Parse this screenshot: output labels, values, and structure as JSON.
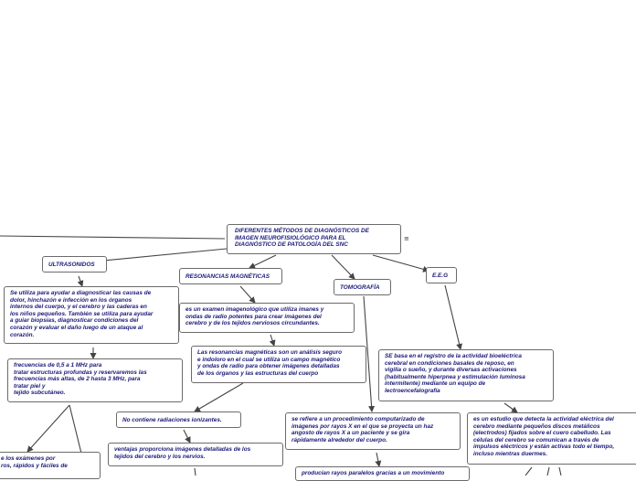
{
  "nodes": {
    "root": "DIFERENTES MÉTODOS DE DIAGNÓSTICOS DE\nIMAGEN NEUROFISIOLÓGICO PARA EL\nDIAGNÓSTICO DE PATOLOGÍA DEL SNC",
    "ultrasonidos": "ULTRASONIDOS",
    "resonancias": "RESONANCIAS MAGNÉTICAS",
    "tomografia": "TOMOGRAFÍA",
    "eeg": "E.E.G",
    "us_desc": "Se utiliza para ayudar a diagnosticar las causas de\ndolor, hinchazón e infección en los órganos\ninternos del cuerpo, y el cerebro y las caderas en\nlos niños pequeños. También se utiliza para ayudar\na guiar biopsias, diagnosticar condiciones del\ncorazón y evaluar el daño luego de un ataque al\ncorazón.",
    "us_freq": "frecuencias de 0,5 a 1 MHz para\ntratar estructuras profundas y reservaremos las\nfrecuencias más altas, de 2 hasta 3 MHz, para\ntratar piel y\ntejido subcutáneo.",
    "us_partial": "e los exámenes por\nros, rápidos y fáciles de",
    "rm_desc": "es un examen imagenológico que utiliza imanes y\nondas de radio potentes para crear imágenes del\ncerebro y de los tejidos nerviosos circundantes.",
    "rm_detail": "Las resonancias magnéticas son un análisis seguro\ne indoloro en el cual se utiliza un campo magnético\ny ondas de radio para obtener imágenes detalladas\nde los órganos y las estructuras del cuerpo",
    "rm_no_rad": "No contiene radiaciones ionizantes.",
    "rm_ventajas": "ventajas proporciona imágenes detalladas de los\ntejidos del cerebro y los nervios.",
    "tomo_desc": "se refiere a un procedimiento computarizado de\nimágenes por rayos X en el que se proyecta un haz\nangosto de rayos X a un paciente y se gira\nrápidamente alrededor del cuerpo.",
    "tomo_partial": "producían rayos paralelos gracias a un movimiento",
    "eeg_desc": "SE basa en el registro de la actividad bioeléctrica\ncerebral en condiciones basales de reposo, en\nvigilia o sueño, y durante diversas activaciones\n(habitualmente hiperpnea y estimulación luminosa\nintermitente) mediante un equipo de\nlectroencefalografía",
    "eeg_estudio": "es un estudio que detecta la actividad eléctrica del\ncerebro mediante pequeños discos metálicos\n(electrodos) fijados sobre el cuero cabelludo. Las\ncélulas del cerebro se comunican a través de\nimpulsos eléctricos y están activas todo el tiempo,\nincluso mientras duermes."
  },
  "root_menu_icon": "menu-lines-icon",
  "colors": {
    "node_text": "#1a1a7a",
    "edge": "#444444",
    "border": "#6b6b6b"
  }
}
